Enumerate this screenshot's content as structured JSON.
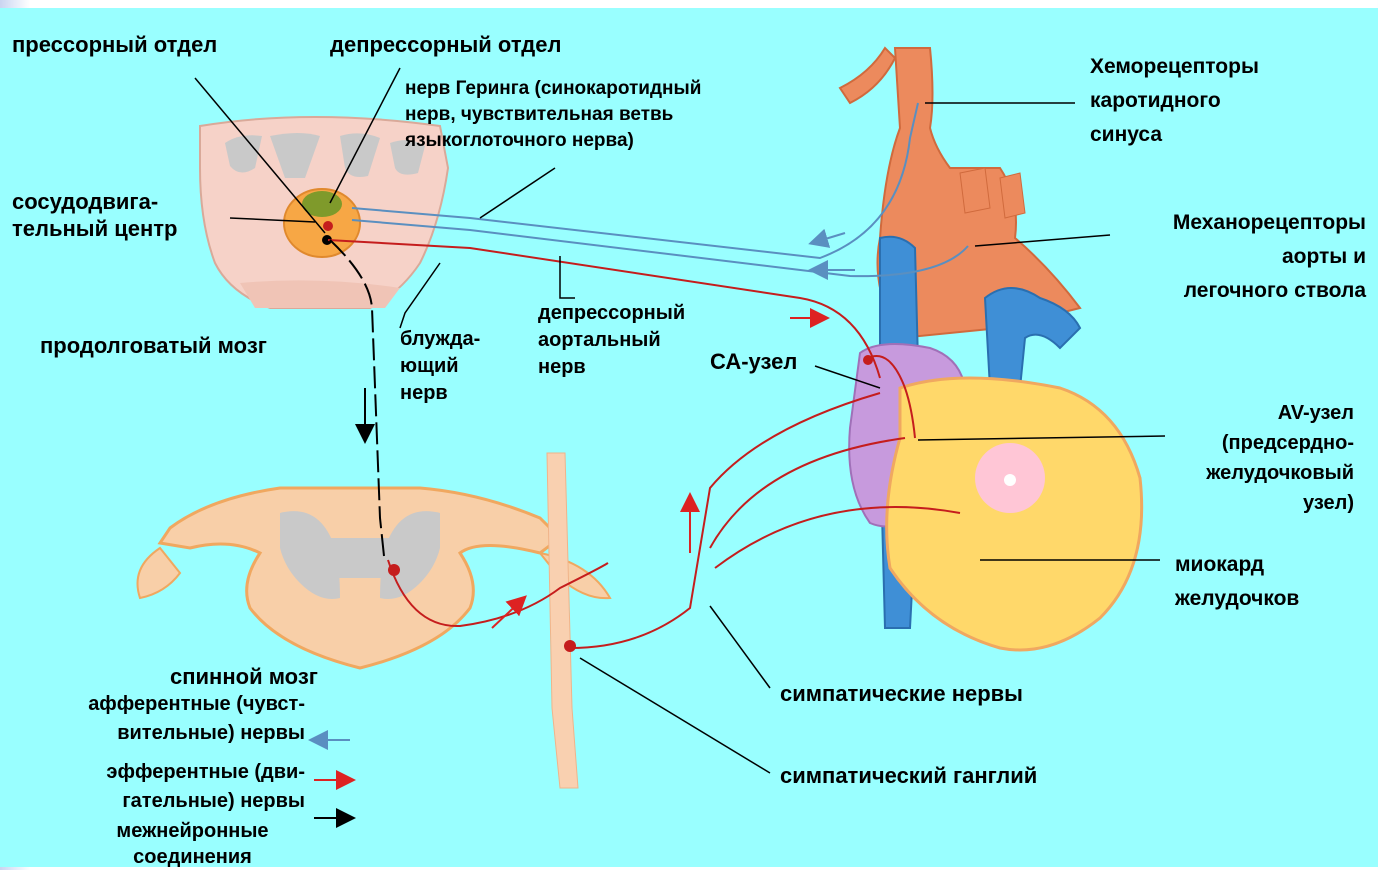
{
  "labels": {
    "pressor_dept": "прессорный отдел",
    "depressor_dept": "депрессорный отдел",
    "hering_nerve": "нерв Геринга (синокаротидный\nнерв, чувствительная ветвь\nязыкоглоточного нерва)",
    "vasomotor_center": "сосудодвига-\nтельный центр",
    "medulla": "продолговатый мозг",
    "vagus": "блужда-\nющий\nнерв",
    "depressor_aortic_nerve": "депрессорный\nаортальный\nнерв",
    "sa_node": "СА-узел",
    "chemoreceptors": "Хеморецепторы\nкаротидного\nсинуса",
    "mechanoreceptors": "Механорецепторы\nаорты и\nлегочного ствола",
    "av_node": "AV-узел\n(предсердно-\nжелудочковый\nузел)",
    "myocardium": "миокард\nжелудочков",
    "spinal_cord": "спинной мозг",
    "sympathetic_nerves": "симпатические нервы",
    "sympathetic_ganglion": "симпатический ганглий"
  },
  "legend": {
    "afferent": "афферентные (чувст-\nвительные) нервы",
    "efferent": "эфферентные (дви-\nгательные) нервы",
    "interneuronal": "межнейронные\nсоединения"
  },
  "colors": {
    "background": "#99ffff",
    "afferent_arrow": "#5a8fc0",
    "efferent_arrow": "#dd2222",
    "interneuronal_arrow": "#000000",
    "artery": "#e8865a",
    "vein": "#3f8fd6",
    "atrium": "#c79add",
    "ventricle": "#ffd86a",
    "medulla_section": "#f6d2c8"
  }
}
